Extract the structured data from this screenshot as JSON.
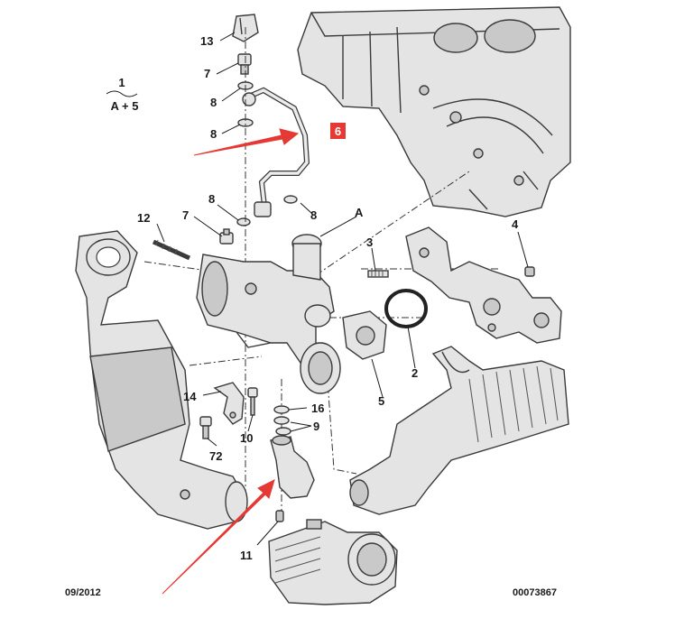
{
  "callouts": {
    "p1": "1",
    "p2": "2",
    "p3": "3",
    "p4": "4",
    "p5": "5",
    "p6": "6",
    "p7a": "7",
    "p7b": "7",
    "p8a": "8",
    "p8b": "8",
    "p8c": "8",
    "p8d": "8",
    "p9": "9",
    "p10": "10",
    "p11": "11",
    "p12": "12",
    "p13": "13",
    "p14": "14",
    "p16": "16",
    "p72": "72",
    "pA": "A"
  },
  "assembly_note": "A + 5",
  "footer": {
    "date": "09/2012",
    "ref": "00073867"
  },
  "colors": {
    "highlight": "#e53935",
    "arrow": "#e53935",
    "line": "#3a3a3a",
    "part_fill": "#e4e4e4"
  }
}
